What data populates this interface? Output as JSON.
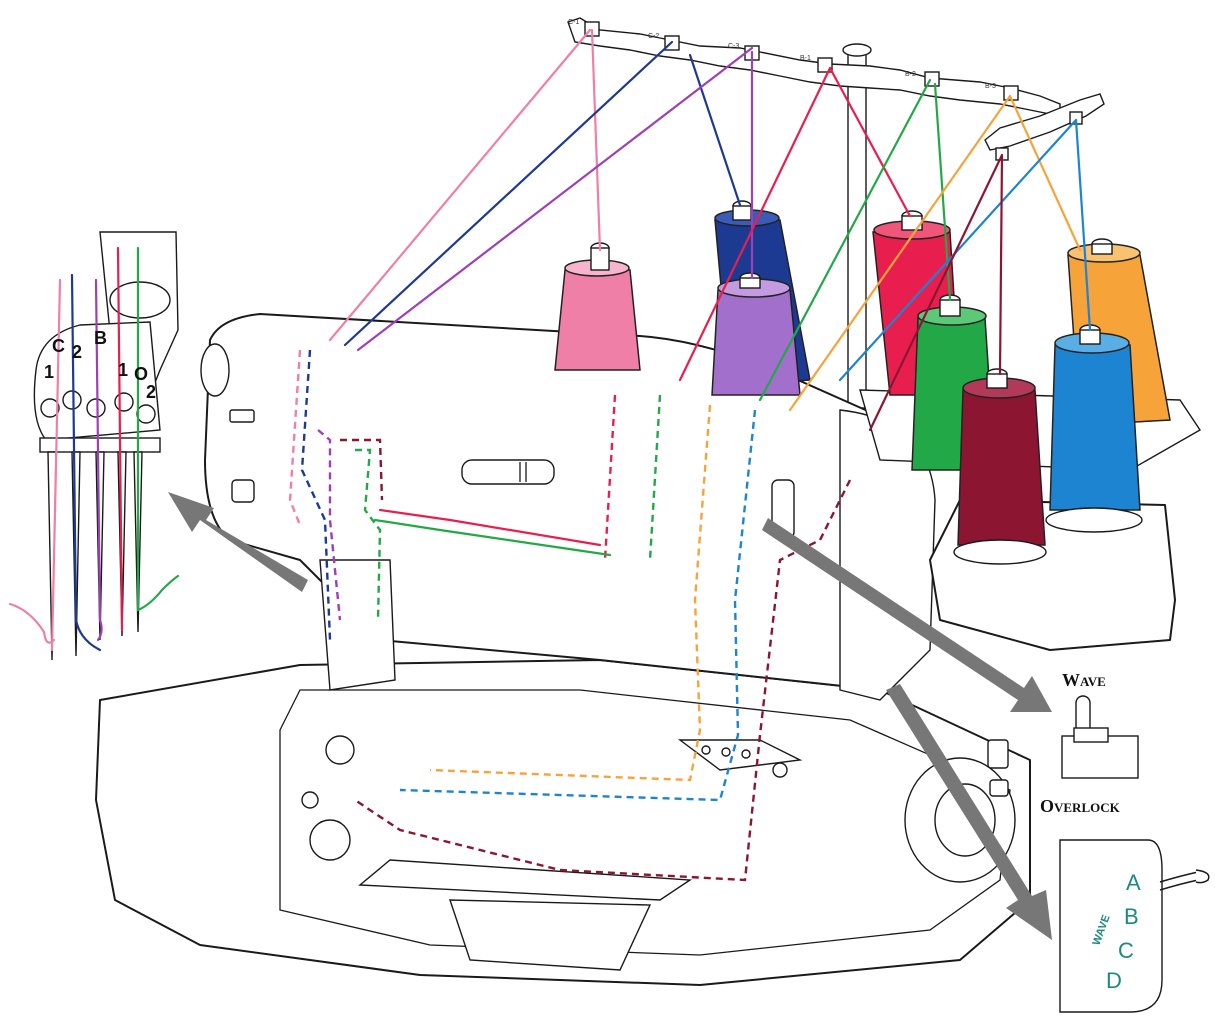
{
  "colors": {
    "pink": "#ef7fa6",
    "navy": "#1d3a93",
    "purple": "#9d3fb8",
    "lavender": "#a26fcd",
    "red": "#e81f4e",
    "green": "#22a847",
    "maroon": "#8c1632",
    "orange": "#f6a43a",
    "blue": "#1d84d2",
    "arrow": "#777777",
    "selector_text": "#1c8a7e"
  },
  "thread_guide_labels": [
    "C-1",
    "C-2",
    "C-3",
    "B-1",
    "B-2",
    "B-3"
  ],
  "needle_detail": {
    "letters": [
      "C",
      "B",
      "O"
    ],
    "numbers": [
      "1",
      "2",
      "1",
      "2"
    ]
  },
  "wave_switch": {
    "top_label": "Wave",
    "bottom_label": "Overlock"
  },
  "selector_dial": {
    "mode_label": "WAVE",
    "positions": [
      "A",
      "B",
      "C",
      "D"
    ]
  }
}
